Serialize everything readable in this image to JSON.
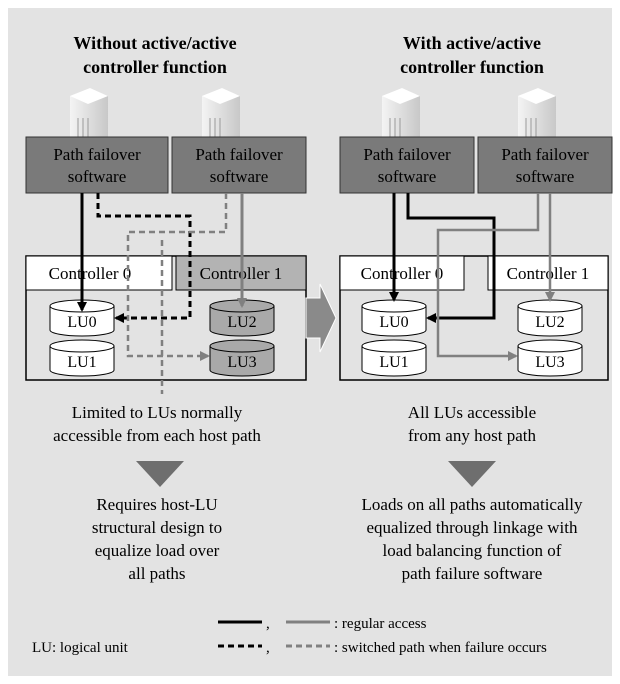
{
  "colors": {
    "panel_bg": "#e3e3e3",
    "software_box": "#7a7a7a",
    "controller_active": "#b3b3b3",
    "lu_active": "#a9a9a9",
    "line_black": "#000000",
    "line_gray": "#808080",
    "triangle": "#6e6e6e"
  },
  "left": {
    "title_line1": "Without active/active",
    "title_line2": "controller function",
    "software_left_l1": "Path failover",
    "software_left_l2": "software",
    "software_right_l1": "Path failover",
    "software_right_l2": "software",
    "controller0": "Controller 0",
    "controller1": "Controller 1",
    "lu0": "LU0",
    "lu1": "LU1",
    "lu2": "LU2",
    "lu3": "LU3",
    "caption_l1": "Limited to LUs normally",
    "caption_l2": "accessible from each host path",
    "result_l1": "Requires host-LU",
    "result_l2": "structural design to",
    "result_l3": "equalize load over",
    "result_l4": "all paths"
  },
  "right": {
    "title_line1": "With active/active",
    "title_line2": "controller function",
    "software_left_l1": "Path failover",
    "software_left_l2": "software",
    "software_right_l1": "Path failover",
    "software_right_l2": "software",
    "controller0": "Controller 0",
    "controller1": "Controller 1",
    "lu0": "LU0",
    "lu1": "LU1",
    "lu2": "LU2",
    "lu3": "LU3",
    "caption_l1": "All LUs accessible",
    "caption_l2": "from any host path",
    "result_l1": "Loads on all paths automatically",
    "result_l2": "equalized through linkage with",
    "result_l3": "load balancing function of",
    "result_l4": "path failure software"
  },
  "legend": {
    "abbrev": "LU: logical unit",
    "comma1": ",",
    "comma2": ",",
    "regular": ": regular access",
    "switched": ": switched path when failure occurs"
  }
}
